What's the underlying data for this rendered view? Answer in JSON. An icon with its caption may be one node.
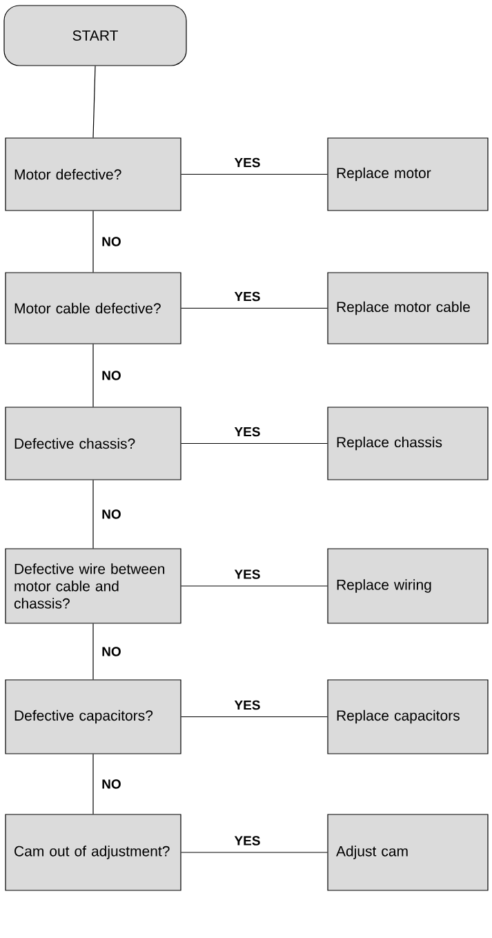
{
  "diagram": {
    "nodes": [
      {
        "text": [
          "START"
        ]
      },
      {
        "text": [
          "Motor defective?"
        ]
      },
      {
        "text": [
          "Replace motor"
        ]
      },
      {
        "text": [
          "Motor cable defective?"
        ]
      },
      {
        "text": [
          "Replace motor cable"
        ]
      },
      {
        "text": [
          "Defective chassis?"
        ]
      },
      {
        "text": [
          "Replace chassis"
        ]
      },
      {
        "text": [
          "Defective wire between motor cable and chassis?"
        ]
      },
      {
        "text": [
          "Replace wiring"
        ]
      },
      {
        "text": [
          "Defective capacitors?"
        ]
      },
      {
        "text": [
          "Replace capacitors"
        ]
      },
      {
        "text": [
          "Cam out of adjustment?"
        ]
      },
      {
        "text": [
          "Adjust cam"
        ]
      }
    ],
    "edges": [
      {
        "from": 0,
        "to": 1,
        "arrow": "none"
      },
      {
        "from": 1,
        "to": 2,
        "arrow": "none",
        "label": "YES"
      },
      {
        "from": 1,
        "to": 3,
        "arrow": "none",
        "label": "NO"
      },
      {
        "from": 3,
        "to": 4,
        "arrow": "none",
        "label": "YES"
      },
      {
        "from": 3,
        "to": 5,
        "arrow": "none",
        "label": "NO"
      },
      {
        "from": 5,
        "to": 6,
        "arrow": "none",
        "label": "YES"
      },
      {
        "from": 5,
        "to": 7,
        "arrow": "none",
        "label": "NO"
      },
      {
        "from": 7,
        "to": 8,
        "arrow": "none",
        "label": "YES"
      },
      {
        "from": 7,
        "to": 9,
        "arrow": "none",
        "label": "NO"
      },
      {
        "from": 9,
        "to": 10,
        "arrow": "none",
        "label": "YES"
      },
      {
        "from": 9,
        "to": 11,
        "arrow": "none",
        "label": "NO"
      },
      {
        "from": 11,
        "to": 12,
        "arrow": "none",
        "label": "YES"
      }
    ]
  }
}
